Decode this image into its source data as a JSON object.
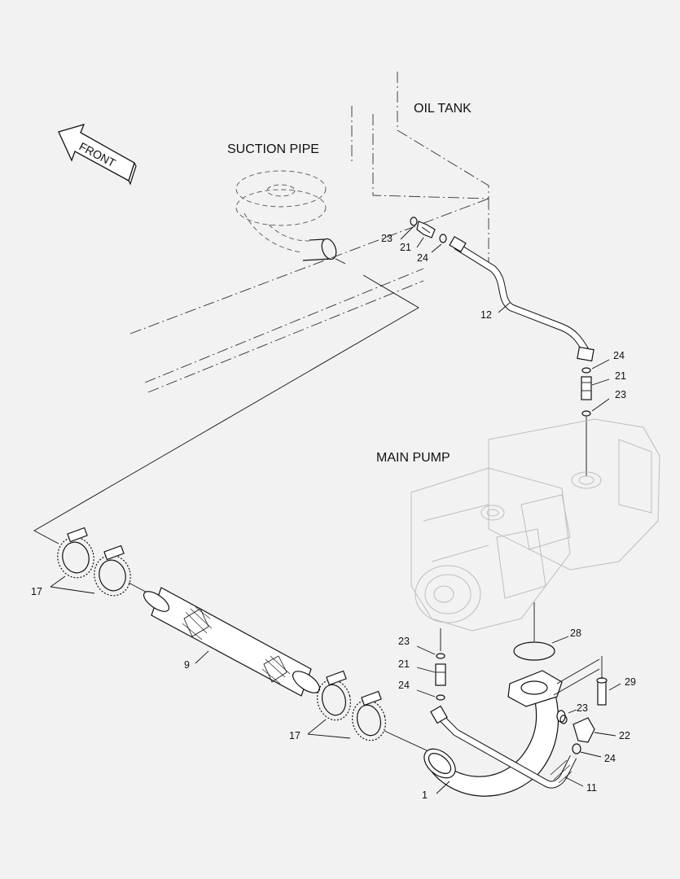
{
  "labels": {
    "oil_tank": "OIL TANK",
    "suction_pipe": "SUCTION PIPE",
    "main_pump": "MAIN PUMP",
    "front_arrow": "FRONT"
  },
  "callouts": {
    "top_23": "23",
    "top_21": "21",
    "top_24": "24",
    "hose_12": "12",
    "mid_24": "24",
    "mid_21": "21",
    "mid_23": "23",
    "clamps_17_upper": "17",
    "tube_9": "9",
    "bot_23": "23",
    "bot_21": "21",
    "bot_24": "24",
    "oring_28": "28",
    "bolt_29": "29",
    "r_23": "23",
    "elbow_22": "22",
    "r_24": "24",
    "clamps_17_lower": "17",
    "pipe_1": "1",
    "hose_11": "11"
  }
}
